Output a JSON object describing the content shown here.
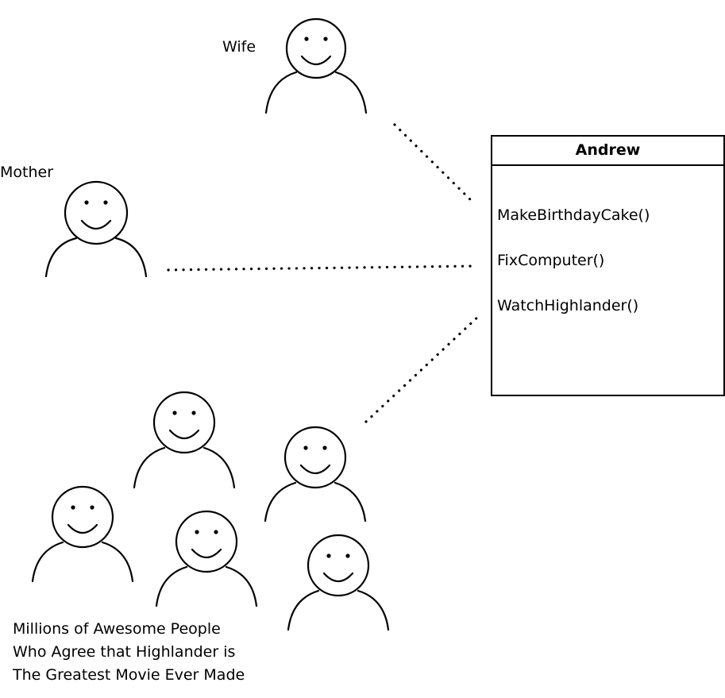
{
  "people": {
    "wife": {
      "label": "Wife"
    },
    "mother": {
      "label": "Mother"
    },
    "crowd": {
      "caption_lines": [
        "Millions of Awesome People",
        "Who Agree that Highlander is",
        "The Greatest Movie Ever Made"
      ]
    }
  },
  "class_box": {
    "name": "Andrew",
    "methods": [
      "MakeBirthdayCake()",
      "FixComputer()",
      "WatchHighlander()"
    ]
  }
}
